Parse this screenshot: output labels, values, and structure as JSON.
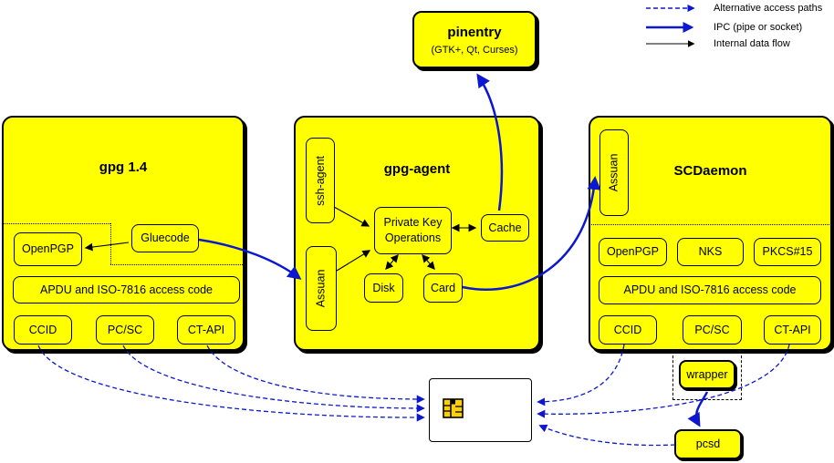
{
  "legend": {
    "items": [
      {
        "label": "Alternative access paths",
        "type": "dashed-blue-arrow"
      },
      {
        "label": "IPC (pipe or socket)",
        "type": "solid-blue-arrow"
      },
      {
        "label": "Internal data flow",
        "type": "solid-black-arrow"
      }
    ]
  },
  "pinentry": {
    "title": "pinentry",
    "subtitle": "(GTK+, Qt, Curses)"
  },
  "gpg14": {
    "title": "gpg 1.4",
    "openpgp": "OpenPGP",
    "gluecode": "Gluecode",
    "apdu": "APDU and ISO-7816 access code",
    "ccid": "CCID",
    "pcsc": "PC/SC",
    "ctapi": "CT-API"
  },
  "gpg_agent": {
    "title": "gpg-agent",
    "ssh_agent": "ssh-agent",
    "assuan": "Assuan",
    "pko_line1": "Private Key",
    "pko_line2": "Operations",
    "cache": "Cache",
    "disk": "Disk",
    "card": "Card"
  },
  "scdaemon": {
    "title": "SCDaemon",
    "assuan": "Assuan",
    "openpgp": "OpenPGP",
    "nks": "NKS",
    "pkcs15": "PKCS#15",
    "apdu": "APDU and ISO-7816 access code",
    "ccid": "CCID",
    "pcsc": "PC/SC",
    "ctapi": "CT-API"
  },
  "wrapper": {
    "label": "wrapper"
  },
  "pcsd": {
    "label": "pcsd"
  },
  "smartcard": {
    "icon": "smartcard-chip-icon"
  },
  "colors": {
    "box_fill": "#ffff00",
    "ipc_blue": "#0b18d0",
    "internal_black": "#000000",
    "chip_gold": "#ffd000",
    "background": "#ffffff"
  },
  "edges": [
    {
      "from": "gluecode",
      "to": "openpgp-gpg14",
      "type": "internal"
    },
    {
      "from": "ssh-agent",
      "to": "private-key-operations",
      "type": "internal"
    },
    {
      "from": "assuan-gpg-agent",
      "to": "private-key-operations",
      "type": "internal"
    },
    {
      "from": "private-key-operations",
      "to": "disk",
      "type": "internal-bidirectional"
    },
    {
      "from": "private-key-operations",
      "to": "card",
      "type": "internal-bidirectional"
    },
    {
      "from": "private-key-operations",
      "to": "cache",
      "type": "internal-bidirectional"
    },
    {
      "from": "gluecode",
      "to": "assuan-gpg-agent",
      "type": "ipc"
    },
    {
      "from": "cache",
      "to": "pinentry",
      "type": "ipc"
    },
    {
      "from": "card",
      "to": "assuan-scdaemon",
      "type": "ipc"
    },
    {
      "from": "wrapper",
      "to": "pcsd",
      "type": "ipc"
    },
    {
      "from": "ct-api-gpg14",
      "to": "smartcard",
      "type": "alternative"
    },
    {
      "from": "pc-sc-gpg14",
      "to": "smartcard",
      "type": "alternative"
    },
    {
      "from": "ccid-gpg14",
      "to": "smartcard",
      "type": "alternative"
    },
    {
      "from": "ccid-scdaemon",
      "to": "smartcard",
      "type": "alternative"
    },
    {
      "from": "ct-api-scdaemon",
      "to": "smartcard",
      "type": "alternative"
    },
    {
      "from": "pcsd",
      "to": "smartcard",
      "type": "alternative"
    }
  ]
}
